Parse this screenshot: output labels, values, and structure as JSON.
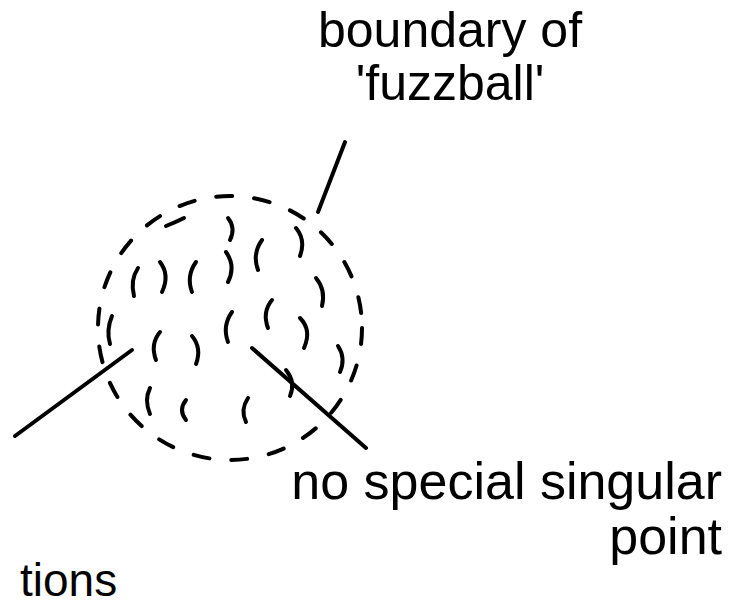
{
  "diagram": {
    "labels": [
      "boundary of 'fuzzball'",
      "no special singular point",
      "tions"
    ]
  }
}
